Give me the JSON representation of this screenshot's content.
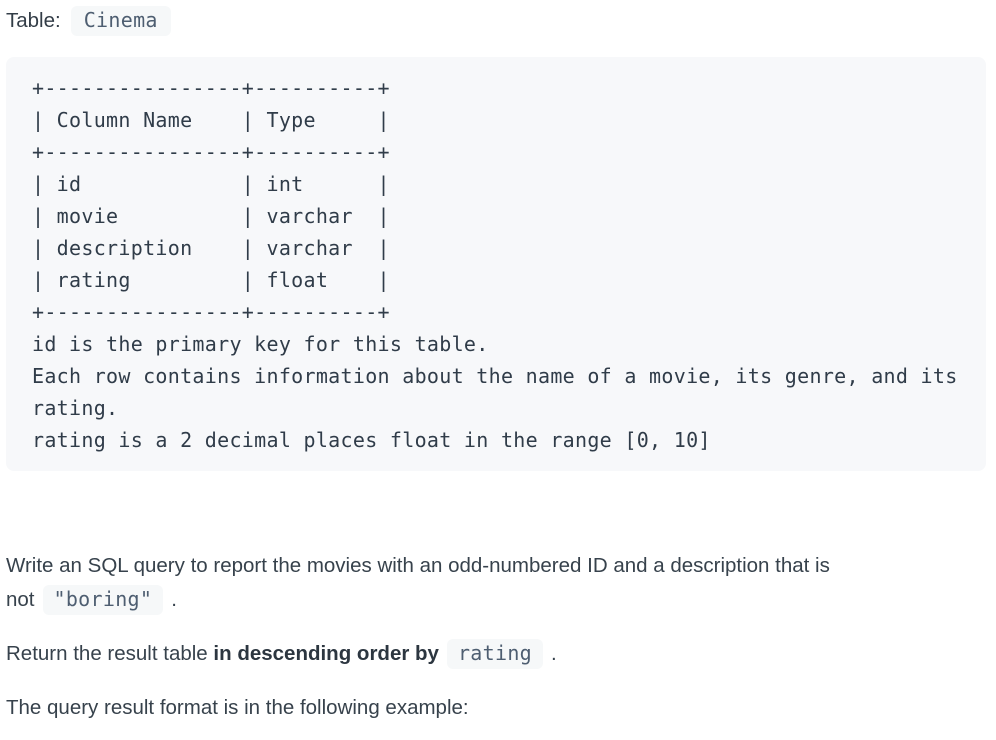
{
  "title": {
    "label": "Table:",
    "table_name": "Cinema"
  },
  "schema": {
    "content": "+----------------+----------+\n| Column Name    | Type     |\n+----------------+----------+\n| id             | int      |\n| movie          | varchar  |\n| description    | varchar  |\n| rating         | float    |\n+----------------+----------+\nid is the primary key for this table.\nEach row contains information about the name of a movie, its genre, and its rating.\nrating is a 2 decimal places float in the range [0, 10]",
    "columns": [
      {
        "column_name": "id",
        "type": "int"
      },
      {
        "column_name": "movie",
        "type": "varchar"
      },
      {
        "column_name": "description",
        "type": "varchar"
      },
      {
        "column_name": "rating",
        "type": "float"
      }
    ]
  },
  "problem": {
    "p1_line1": "Write an SQL query to report the movies with an odd-numbered ID and a description that is",
    "p1_line2_prefix": "not",
    "p1_code": "\"boring\"",
    "p1_suffix": ".",
    "p2_prefix": "Return the result table",
    "p2_bold": "in descending order by",
    "p2_code": "rating",
    "p2_suffix": ".",
    "p3": "The query result format is in the following example:"
  },
  "colors": {
    "page_bg": "#ffffff",
    "code_block_bg": "#f7f8fa",
    "badge_bg": "#f6f8f9",
    "body_text": "#37424c",
    "mono_text": "#303c49",
    "badge_text": "#4e5e71"
  }
}
